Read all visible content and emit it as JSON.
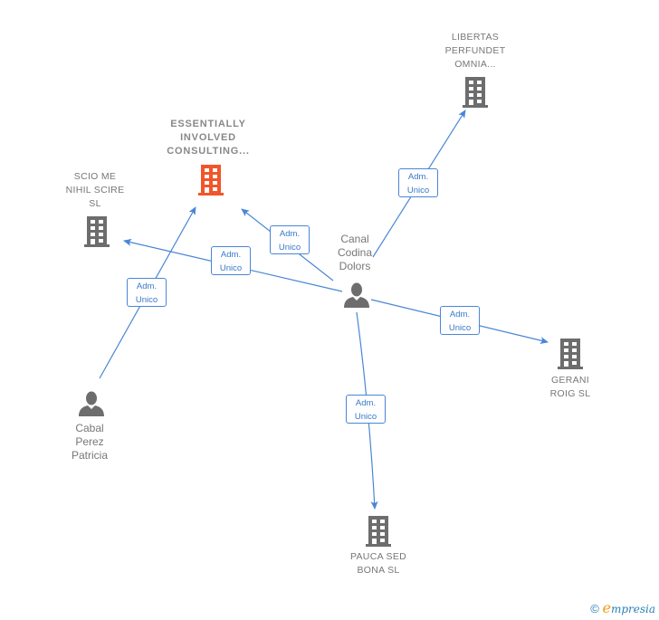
{
  "colors": {
    "edge": "#4a86d6",
    "edge_label_text": "#3a78c9",
    "node_gray": "#6d6d6d",
    "node_highlight": "#f0562a",
    "label_text": "#777777"
  },
  "nodes": {
    "essentially": {
      "type": "company",
      "highlight": true,
      "lines": [
        "ESSENTIALLY",
        "INVOLVED",
        "CONSULTING..."
      ]
    },
    "libertas": {
      "type": "company",
      "lines": [
        "LIBERTAS",
        "PERFUNDET",
        "OMNIA..."
      ]
    },
    "scio": {
      "type": "company",
      "lines": [
        "SCIO ME",
        "NIHIL SCIRE",
        "SL"
      ]
    },
    "gerani": {
      "type": "company",
      "lines": [
        "GERANI",
        "ROIG  SL"
      ]
    },
    "pauca": {
      "type": "company",
      "lines": [
        "PAUCA SED",
        "BONA  SL"
      ]
    },
    "canal": {
      "type": "person",
      "lines": [
        "Canal",
        "Codina",
        "Dolors"
      ]
    },
    "cabal": {
      "type": "person",
      "lines": [
        "Cabal",
        "Perez",
        "Patricia"
      ]
    }
  },
  "edges": [
    {
      "from": "canal",
      "to": "libertas",
      "label": [
        "Adm.",
        "Unico"
      ]
    },
    {
      "from": "canal",
      "to": "essentially",
      "label": [
        "Adm.",
        "Unico"
      ]
    },
    {
      "from": "canal",
      "to": "scio",
      "label": [
        "Adm.",
        "Unico"
      ]
    },
    {
      "from": "canal",
      "to": "gerani",
      "label": [
        "Adm.",
        "Unico"
      ]
    },
    {
      "from": "canal",
      "to": "pauca",
      "label": [
        "Adm.",
        "Unico"
      ]
    },
    {
      "from": "cabal",
      "to": "essentially",
      "label": [
        "Adm.",
        "Unico"
      ]
    }
  ],
  "footer": {
    "copyright": "©",
    "brand_initial": "e",
    "brand_rest": "mpresia"
  }
}
